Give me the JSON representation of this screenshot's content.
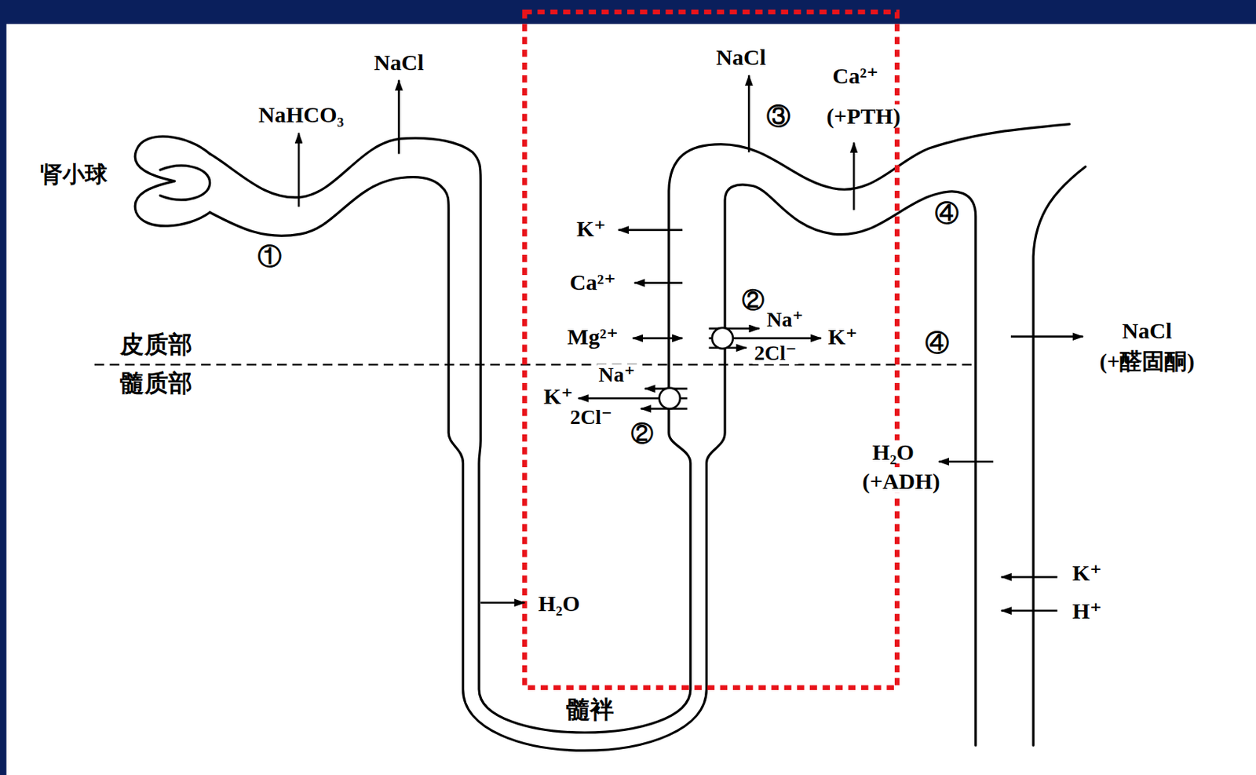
{
  "diagram": {
    "labels": [
      "NaCl",
      "NaHCO₃",
      "肾小球",
      "①",
      "NaCl",
      "Ca²⁺",
      "③",
      "(+PTH)",
      "④",
      "K⁺",
      "Ca²⁺",
      "Mg²⁺",
      "②",
      "Na⁺",
      "K⁺",
      "2Cl⁻",
      "④",
      "皮质部",
      "髓质部",
      "NaCl",
      "(+醛固酮)",
      "Na⁺",
      "K⁺",
      "2Cl⁻",
      "②",
      "H₂O",
      "(+ADH)",
      "H₂O",
      "K⁺",
      "H⁺",
      "髓袢"
    ]
  }
}
